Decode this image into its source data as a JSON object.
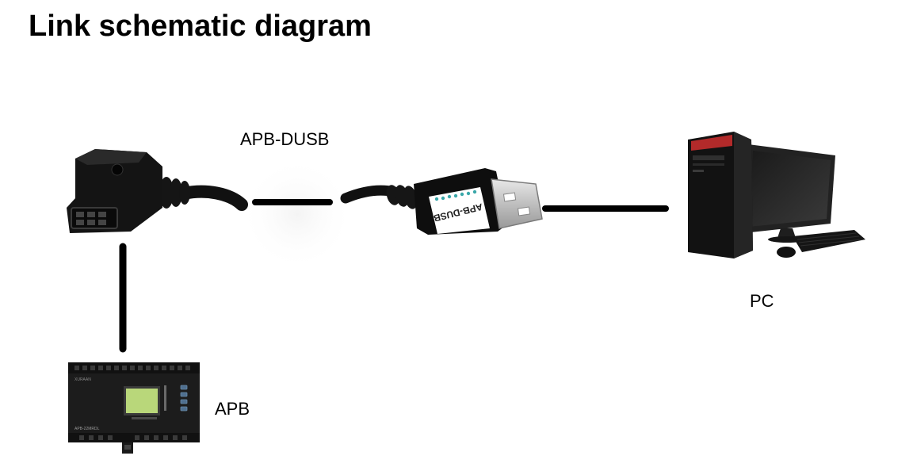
{
  "title": "Link schematic diagram",
  "labels": {
    "cable": "APB-DUSB",
    "pc": "PC",
    "apb": "APB"
  },
  "devices": {
    "cable_print": "APB-DUSB",
    "plc_model_print": "APB-22MRDL",
    "plc_brand_print": "XURAAN"
  },
  "colors": {
    "connector": "#111111",
    "plc_body": "#1c1c1c",
    "lcd": "#b9d77a",
    "usb_metal": "#cfcfcf"
  }
}
